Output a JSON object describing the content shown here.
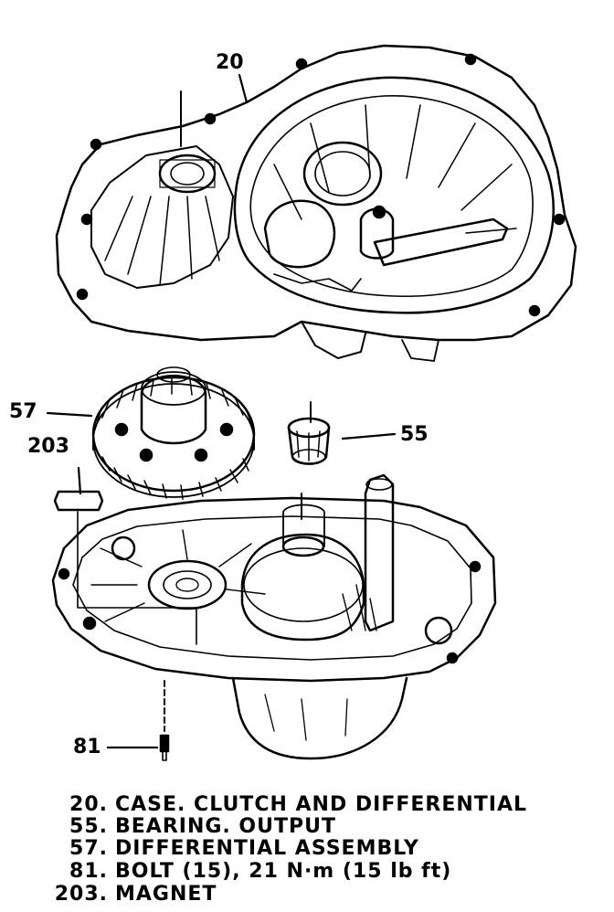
{
  "callouts": {
    "case": "20",
    "bearing": "55",
    "differential": "57",
    "magnet": "203",
    "bolt": "81"
  },
  "legend": [
    {
      "num": "20.",
      "text": "CASE. CLUTCH AND DIFFERENTIAL"
    },
    {
      "num": "55.",
      "text": "BEARING. OUTPUT"
    },
    {
      "num": "57.",
      "text": "DIFFERENTIAL ASSEMBLY"
    },
    {
      "num": "81.",
      "text": "BOLT (15), 21 N·m (15 lb ft)"
    },
    {
      "num": "203.",
      "text": "MAGNET"
    }
  ],
  "colors": {
    "ink": "#000000",
    "paper": "#ffffff"
  }
}
